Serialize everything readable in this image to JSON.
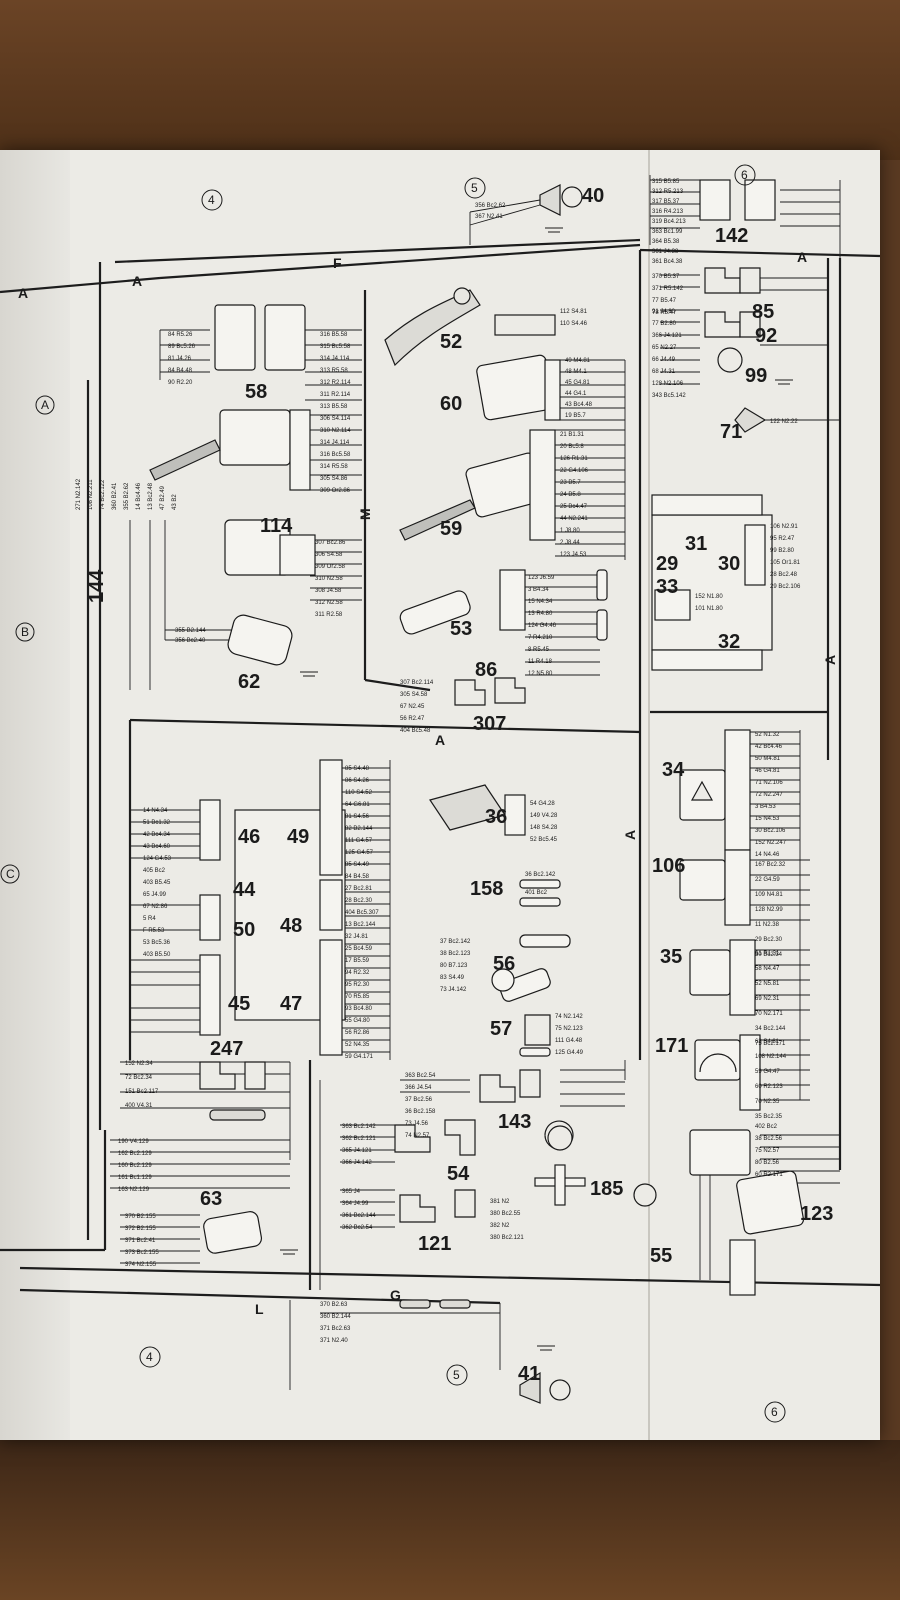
{
  "bus_letters": {
    "a_left": "A",
    "a_left2": "A",
    "a_top_right": "A",
    "a_center": "A",
    "a_mid": "A",
    "a_right_vertical": "A",
    "f": "F",
    "m": "M",
    "g": "G",
    "l": "L"
  },
  "sheet_numbers": {
    "top_4": "4",
    "top_5": "5",
    "top_6": "6",
    "bottom_4": "4",
    "bottom_5": "5",
    "bottom_6": "6"
  },
  "zones": [
    "A",
    "B",
    "C"
  ],
  "components": {
    "c40": "40",
    "c142": "142",
    "c85": "85",
    "c92": "92",
    "c99": "99",
    "c58": "58",
    "c52": "52",
    "c60": "60",
    "c71": "71",
    "c114": "114",
    "c59": "59",
    "c31": "31",
    "c29": "29",
    "c30": "30",
    "c33": "33",
    "c32": "32",
    "c144": "144",
    "c53": "53",
    "c62": "62",
    "c86": "86",
    "c307": "307",
    "c34": "34",
    "c36": "36",
    "c46": "46",
    "c49": "49",
    "c44": "44",
    "c50": "50",
    "c48": "48",
    "c45": "45",
    "c47": "47",
    "c106": "106",
    "c158": "158",
    "c56": "56",
    "c35": "35",
    "c57": "57",
    "c247": "247",
    "c171": "171",
    "c143": "143",
    "c54": "54",
    "c185": "185",
    "c63": "63",
    "c121": "121",
    "c123": "123",
    "c55": "55",
    "c41": "41"
  },
  "wires": {
    "c60": [
      "49 M4.81",
      "48 M4.1",
      "45 G4.81",
      "44 G4.1",
      "43 Bc4.48",
      "19 B5.7"
    ],
    "c59": [
      "21 B1.31",
      "20 Bc5.8",
      "126 R1.31",
      "22 G4.106",
      "23 B5.7",
      "24 B5.8",
      "25 Bc4.47",
      "44 N2.241",
      "1 J8.80",
      "2 J8.44",
      "123 J4.53"
    ],
    "c53": [
      "123 J6.59",
      "3 B4.34",
      "15 N4.34",
      "13 R4.80",
      "124 G4.46",
      "7 R4.210",
      "8 R5.45",
      "11 R4.18",
      "12 N5.80"
    ],
    "c114": [
      "307 Bc2.86",
      "306 S4.58",
      "309 Or2.58",
      "310 N2.58",
      "308 J4.58",
      "312 N2.58",
      "311 R2.58"
    ],
    "c58": [
      "84 R5.26",
      "89 Bc5.26",
      "81 J4.26",
      "84 B4.48",
      "90 R2.20"
    ],
    "c58_right": [
      "316 B5.58",
      "315 Bc5.58",
      "314 J4.114",
      "313 R5.58",
      "312 R2.114",
      "311 R2.114",
      "313 B5.58",
      "306 S4.114",
      "310 N2.114",
      "314 J4.114",
      "316 Bc5.58",
      "314 R5.58",
      "305 S4.86",
      "309 Or2.86"
    ],
    "c34": [
      "52 N1.32",
      "42 Bc4.46",
      "50 M4.81",
      "46 G4.81",
      "71 N2.106",
      "72 N2.247",
      "3 B4.53",
      "15 N4.53",
      "30 Bc2.106",
      "152 N2.247",
      "14 N4.46"
    ],
    "c36": [
      "54 G4.28",
      "149 V4.28",
      "148 S4.28",
      "52 Bc5.45"
    ],
    "c106": [
      "167 Bc2.32",
      "22 G4.59",
      "109 N4.81",
      "128 N2.99",
      "11 N2.38",
      "29 Bc2.30",
      "30 Bc2.34"
    ],
    "c35": [
      "61 R1.31",
      "58 N4.47",
      "52 N5.81",
      "69 N2.31",
      "70 N2.171",
      "34 Bc2.144",
      "75 Bc2.171"
    ],
    "c171": [
      "63 S4.81",
      "108 N2.144",
      "59 G4.47",
      "60 R2.123",
      "70 N2.35",
      "35 Bc2.35"
    ],
    "c123": [
      "402 Bc2",
      "38 Bc2.56",
      "75 N2.57",
      "80 B2.56",
      "60 R2.171"
    ],
    "c56": [
      "37 Bc2.142",
      "38 Bc2.123",
      "80 B7.123",
      "83 S4.49",
      "73 J4.142"
    ],
    "c57": [
      "74 N2.142",
      "75 N2.123",
      "111 G4.48",
      "125 G4.49"
    ],
    "c143": [
      "363 Bc2.54",
      "366 J4.54",
      "37 Bc2.56",
      "36 Bc2.158",
      "73 J4.56",
      "74 N2.57"
    ],
    "c54": [
      "363 Bc2.142",
      "362 Bc2.121",
      "365 J4.121",
      "366 J4.142"
    ],
    "c121": [
      "365 J4",
      "364 J4.99",
      "361 Bc2.144",
      "362 Bc2.54"
    ],
    "c55": [
      "381 N2",
      "380 Bc2.55",
      "382 N2",
      "380 Bc2.121"
    ],
    "c63": [
      "370 B2.155",
      "372 B2.155",
      "371 Bc2.41",
      "373 Bc2.155",
      "374 N2.155"
    ],
    "c247": [
      "152 N2.34",
      "72 Bc2.34",
      "151 Bc2.117",
      "400 V4.31"
    ],
    "c46_block": [
      "14 N4.34",
      "51 Bc1.32",
      "42 Bc4.34",
      "43 Bc4.60",
      "124 G4.53",
      "405 Bc2",
      "403 B5.45",
      "65 J4.99",
      "67 N2.86",
      "5 R4",
      "F R5.53",
      "53 Bc5.36",
      "403 B5.50"
    ],
    "c49_block": [
      "85 S4.48",
      "86 S4.26",
      "110 S4.52",
      "64 G6.81",
      "81 S4.56",
      "82 B2.144",
      "111 G4.57",
      "125 G4.57",
      "85 S4.49",
      "84 B4.58",
      "27 Bc2.81",
      "28 Bc2.30",
      "404 Bc5.307",
      "13 Bc2.144",
      "32 J4.81",
      "25 Bc4.59",
      "17 B5.59",
      "94 R2.32",
      "95 R2.30",
      "70 R5.85",
      "93 Bc4.80",
      "55 G4.80",
      "56 R2.86",
      "52 N4.35",
      "59 G4.171"
    ],
    "bottom_bus": [
      "190 V4.129",
      "162 Bc2.129",
      "160 Bc2.129",
      "161 Bc1.129",
      "163 N2.129"
    ],
    "c86": [
      "307 Bc2.114",
      "305 S4.58",
      "67 N2.45",
      "56 R2.47",
      "404 Bc5.48"
    ],
    "c62": [
      "355 B2.144",
      "356 Bc2.40"
    ],
    "c142": [
      "315 B5.85",
      "312 R5.213",
      "317 B5.37",
      "316 R4.213",
      "319 Bc4.213",
      "363 Bc1.99",
      "364 B5.38",
      "361 J4.38",
      "361 Bc4.38"
    ],
    "c85": [
      "370 B5.37",
      "371 R5.142",
      "77 B5.47",
      "78 R5.47"
    ],
    "c92": [
      "91 J4.80",
      "77 B2.80",
      "366 J4.121",
      "65 N2.27",
      "66 J4.49",
      "68 J4.31",
      "128 N2.106",
      "343 Bc5.142"
    ],
    "c40": [
      "356 Bc2.62",
      "367 N2.41"
    ],
    "c41": [
      "370 B2.63",
      "360 B2.144",
      "371 Bc2.63",
      "371 N2.40"
    ],
    "c52": [
      "112 S4.81",
      "110 S4.46"
    ],
    "c71": [
      "122 N2.22"
    ],
    "c158": [
      "36 Bc2.142",
      "401 Bc2"
    ],
    "c30": [
      "106 N2.91",
      "95 R2.47",
      "99 B2.80",
      "105 Or1.81",
      "28 Bc2.48",
      "29 Bc2.106"
    ],
    "c33": [
      "152 N1.80",
      "101 N1.80"
    ],
    "c144": [
      "271 N2.142",
      "108 N2.211",
      "74 Bc2.122",
      "360 B2.41",
      "355 B2.62",
      "14 Bc4.46",
      "13 Bc2.48",
      "47 B2.49",
      "43 B2"
    ]
  }
}
